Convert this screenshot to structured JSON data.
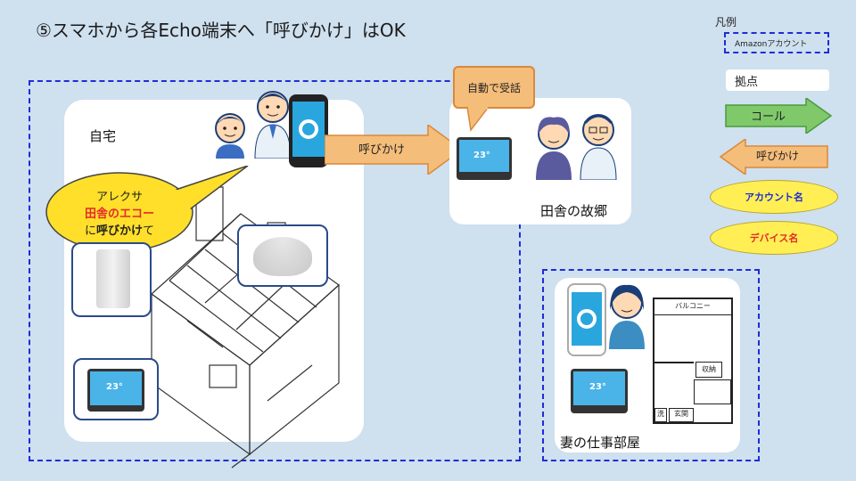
{
  "title": "⑤スマホから各Echo端末へ「呼びかけ」はOK",
  "home": {
    "label": "自宅"
  },
  "speech": {
    "line1": "アレクサ",
    "line2": "田舎のエコー",
    "line3_a": "に",
    "line3_b": "呼びかけ",
    "line3_c": "て"
  },
  "arrow_call": "呼びかけ",
  "auto_answer": "自動で受話",
  "countryside": {
    "label": "田舎の故郷"
  },
  "wife": {
    "label": "妻の仕事部屋"
  },
  "floorplan": {
    "balcony": "バルコニー",
    "storage": "収納",
    "wash": "洗",
    "entrance": "玄関"
  },
  "echo_show_temp": "23°",
  "legend": {
    "title": "凡例",
    "account": "Amazonアカウント",
    "base": "拠点",
    "call": "コール",
    "calling": "呼びかけ",
    "account_name": "アカウント名",
    "device_name": "デバイス名"
  },
  "colors": {
    "account_dash": "#1e2ed6",
    "call_arrow": "#7fc96b",
    "calling_arrow": "#f5bd7a",
    "device_name_text": "#e32b2b",
    "account_name_text": "#1e2ed6"
  }
}
